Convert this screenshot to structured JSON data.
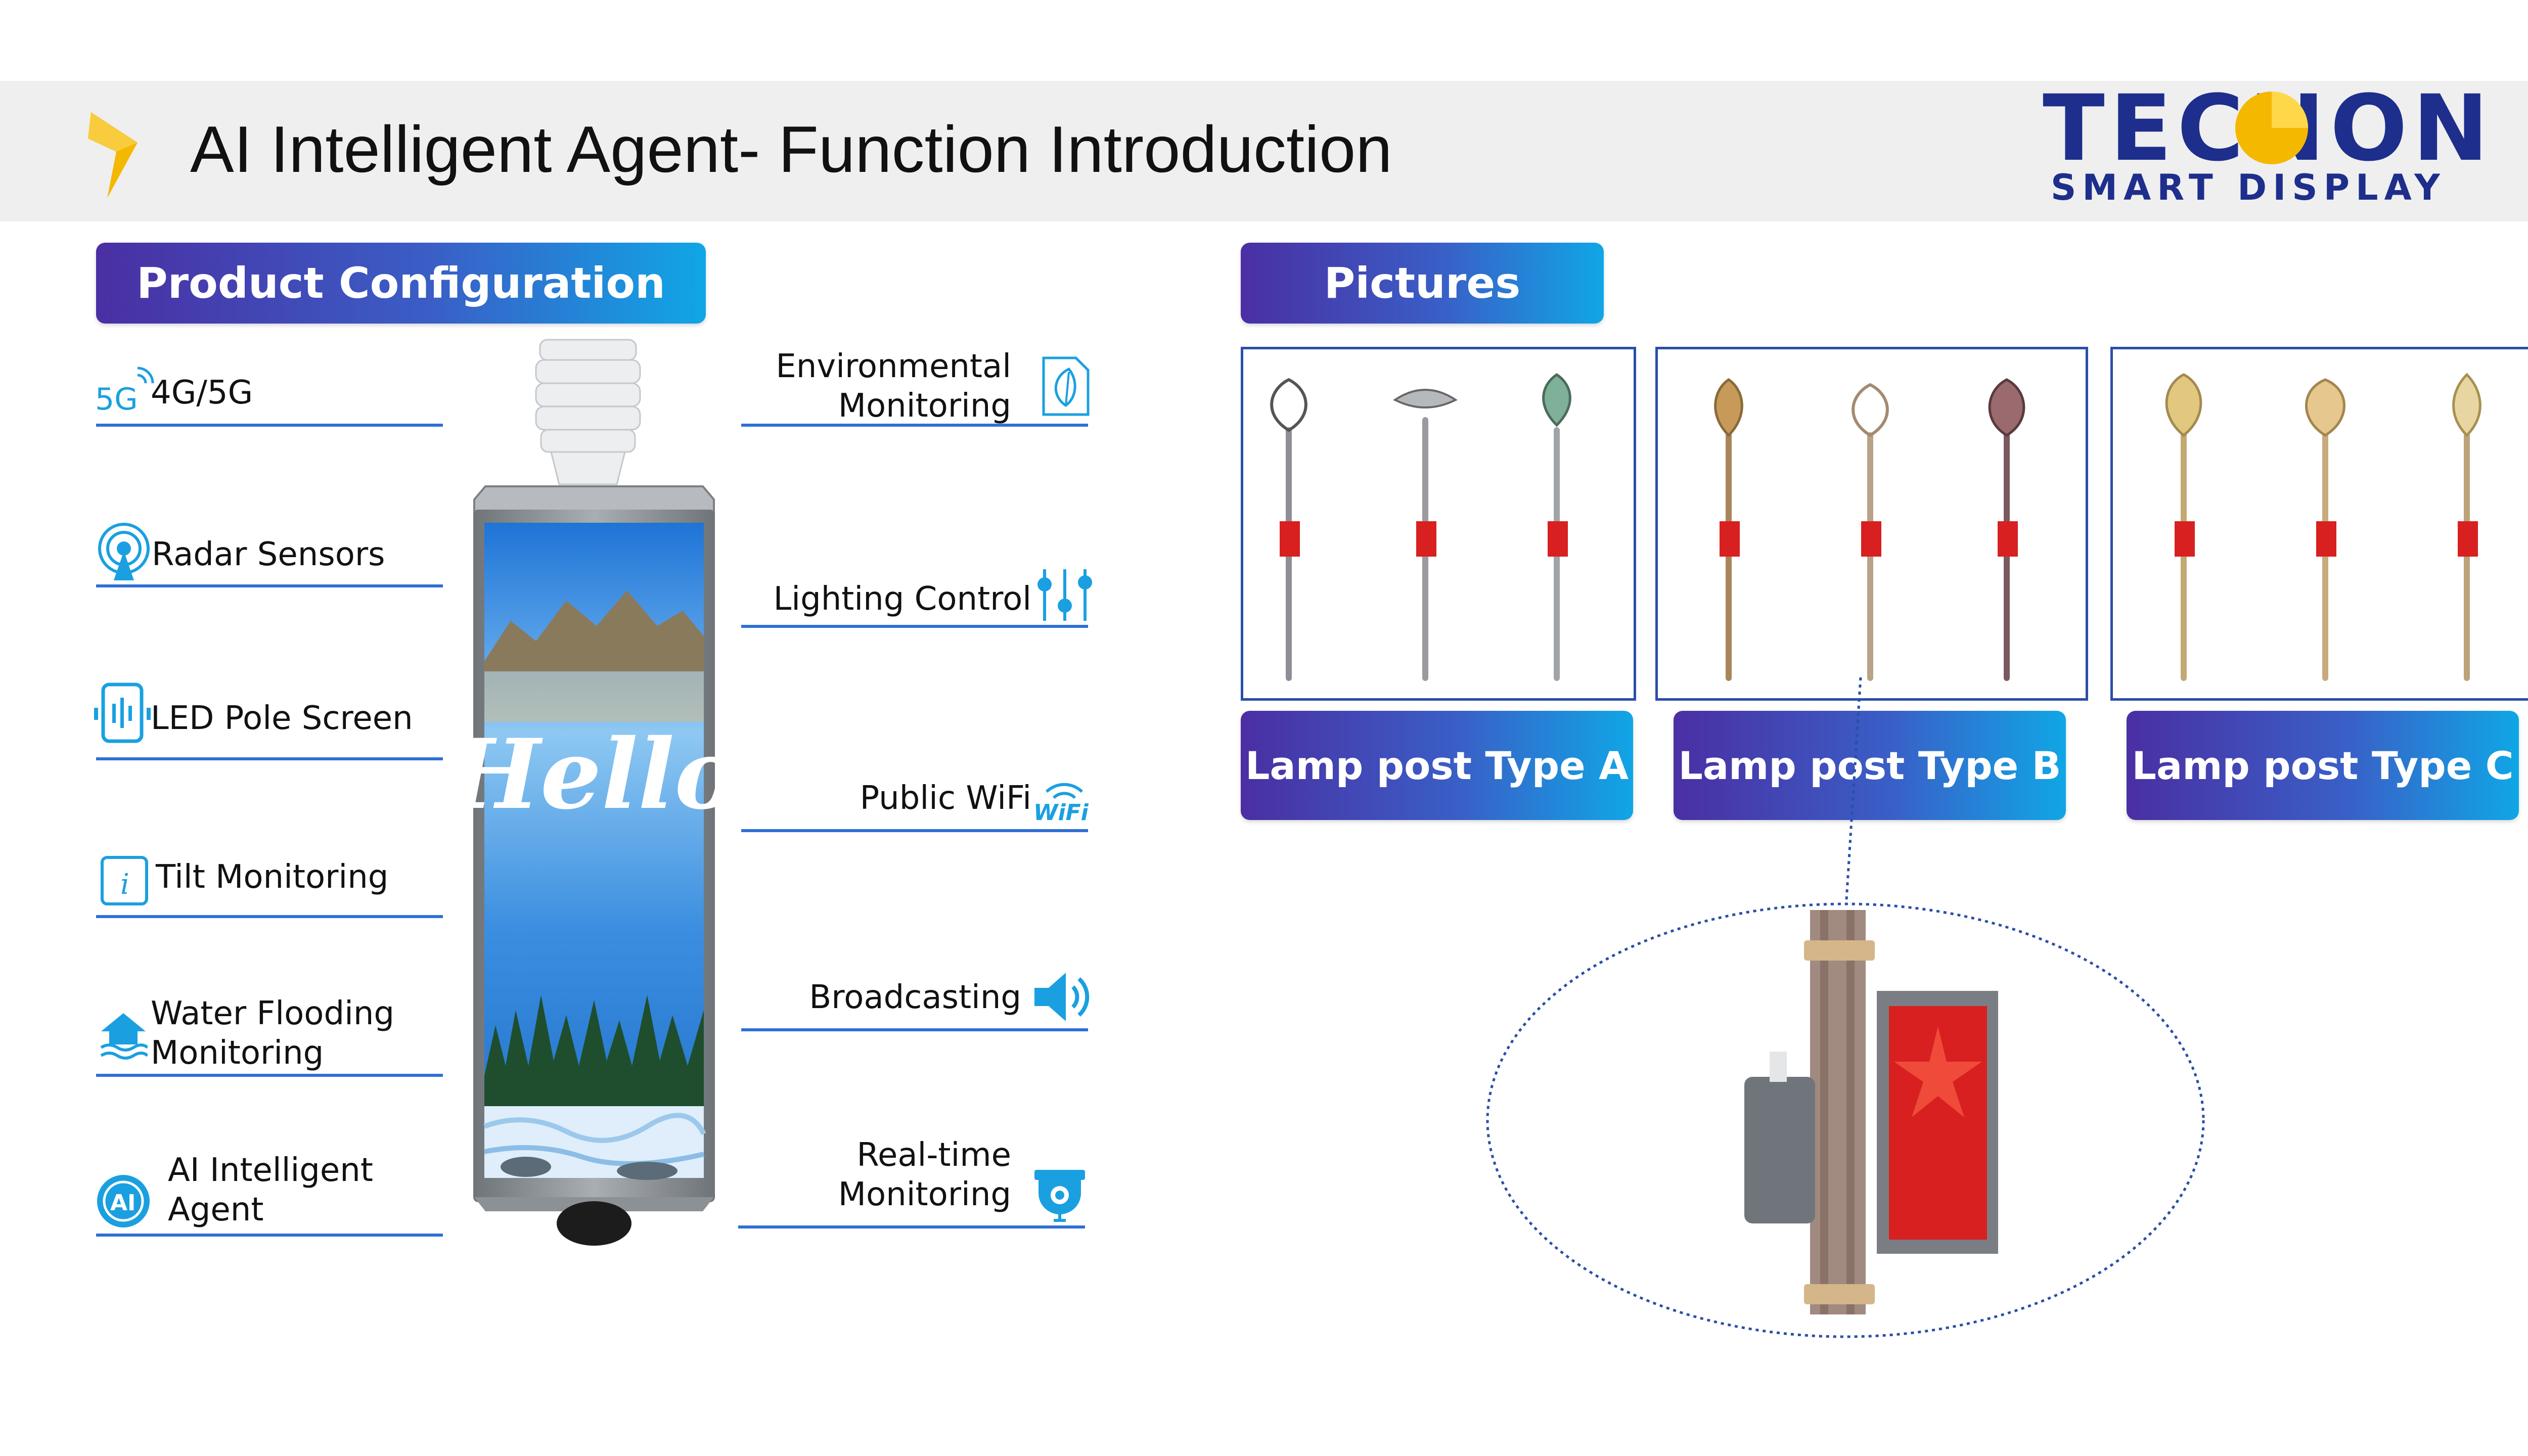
{
  "header": {
    "title": "AI Intelligent Agent- Function Introduction",
    "brand_name": "TECNON",
    "brand_tagline": "SMART DISPLAY"
  },
  "config": {
    "heading": "Product Configuration",
    "left_features": [
      {
        "icon": "5g-icon",
        "icon_text": "5G",
        "label": "4G/5G"
      },
      {
        "icon": "radar-icon",
        "label": "Radar Sensors"
      },
      {
        "icon": "led-screen-icon",
        "label": "LED Pole Screen"
      },
      {
        "icon": "info-icon",
        "icon_text": "i",
        "label": "Tilt Monitoring"
      },
      {
        "icon": "flood-icon",
        "label": "Water Flooding Monitoring"
      },
      {
        "icon": "ai-icon",
        "icon_text": "AI",
        "label": "AI Intelligent Agent"
      }
    ],
    "right_features": [
      {
        "icon": "leaf-doc-icon",
        "label": "Environmental Monitoring"
      },
      {
        "icon": "sliders-icon",
        "label": "Lighting Control"
      },
      {
        "icon": "wifi-icon",
        "icon_text": "WiFi",
        "label": "Public WiFi"
      },
      {
        "icon": "speaker-icon",
        "label": "Broadcasting"
      },
      {
        "icon": "camera-icon",
        "label": "Real-time Monitoring"
      }
    ],
    "screen_text": "Hello"
  },
  "pictures": {
    "heading": "Pictures",
    "types": [
      {
        "label": "Lamp post Type A"
      },
      {
        "label": "Lamp post Type B"
      },
      {
        "label": "Lamp post Type C"
      }
    ]
  },
  "colors": {
    "accent_blue": "#2f6fd6",
    "brand_navy": "#1e2e8c",
    "brand_yellow": "#f5b800",
    "icon_blue": "#1aa0e0"
  }
}
